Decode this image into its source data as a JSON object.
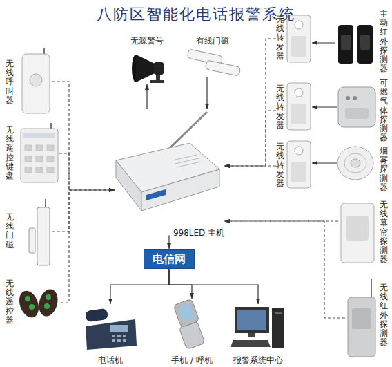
{
  "diagram": {
    "title": "八防区智能化电话报警系统",
    "nodes": [
      {
        "text": [
          "无源警号"
        ]
      },
      {
        "text": [
          "有线门磁"
        ]
      },
      {
        "text": [
          "无线呼叫器"
        ]
      },
      {
        "text": [
          "无线遥控键盘"
        ]
      },
      {
        "text": [
          "无线门磁"
        ]
      },
      {
        "text": [
          "无线遥控器"
        ]
      },
      {
        "text": [
          "无线转发器"
        ]
      },
      {
        "text": [
          "主动红外探测器"
        ]
      },
      {
        "text": [
          "无线转发器"
        ]
      },
      {
        "text": [
          "可燃气体探测器"
        ]
      },
      {
        "text": [
          "无线转发器"
        ]
      },
      {
        "text": [
          "烟雾探测器"
        ]
      },
      {
        "text": [
          "998LED 主机"
        ]
      },
      {
        "text": [
          "无线幕帘探测器"
        ]
      },
      {
        "text": [
          "无线红外探测器"
        ]
      },
      {
        "text": [
          "电信网"
        ]
      },
      {
        "text": [
          "电话机"
        ]
      },
      {
        "text": [
          "手机 / 呼机"
        ]
      },
      {
        "text": [
          "报警系统中心"
        ]
      }
    ],
    "edges": [
      {
        "from": 12,
        "to": 0,
        "arrow": "to"
      },
      {
        "from": 1,
        "to": 12,
        "arrow": "to"
      },
      {
        "from": 2,
        "to": 12,
        "arrow": "to"
      },
      {
        "from": 3,
        "to": 12,
        "arrow": "to"
      },
      {
        "from": 4,
        "to": 12,
        "arrow": "to"
      },
      {
        "from": 5,
        "to": 12,
        "arrow": "to"
      },
      {
        "from": 7,
        "to": 6,
        "arrow": "to"
      },
      {
        "from": 9,
        "to": 8,
        "arrow": "to"
      },
      {
        "from": 11,
        "to": 10,
        "arrow": "to"
      },
      {
        "from": 6,
        "to": 12,
        "arrow": "to"
      },
      {
        "from": 8,
        "to": 12,
        "arrow": "to"
      },
      {
        "from": 10,
        "to": 12,
        "arrow": "to"
      },
      {
        "from": 13,
        "to": 12,
        "arrow": "to"
      },
      {
        "from": 14,
        "to": 12,
        "arrow": "to"
      },
      {
        "from": 12,
        "to": 15,
        "arrow": "to"
      },
      {
        "from": 15,
        "to": 16,
        "arrow": "to"
      },
      {
        "from": 15,
        "to": 17,
        "arrow": "to"
      },
      {
        "from": 15,
        "to": 18,
        "arrow": "to"
      }
    ]
  }
}
